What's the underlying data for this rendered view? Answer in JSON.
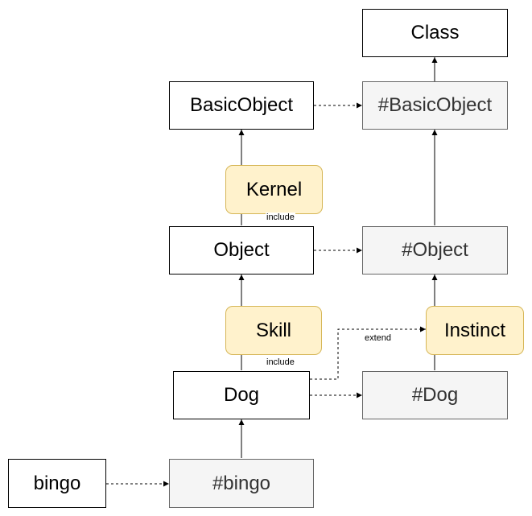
{
  "nodes": {
    "class": "Class",
    "basic_object": "BasicObject",
    "meta_basic_object": "#BasicObject",
    "kernel": "Kernel",
    "object": "Object",
    "meta_object": "#Object",
    "skill": "Skill",
    "instinct": "Instinct",
    "dog": "Dog",
    "meta_dog": "#Dog",
    "bingo": "bingo",
    "meta_bingo": "#bingo"
  },
  "edge_labels": {
    "kernel_include": "include",
    "skill_include": "include",
    "instinct_extend": "extend"
  },
  "colors": {
    "class_fill": "#ffffff",
    "meta_fill": "#f5f5f5",
    "module_fill": "#fff2cc",
    "module_stroke": "#d6b656",
    "edge": "#000000"
  }
}
